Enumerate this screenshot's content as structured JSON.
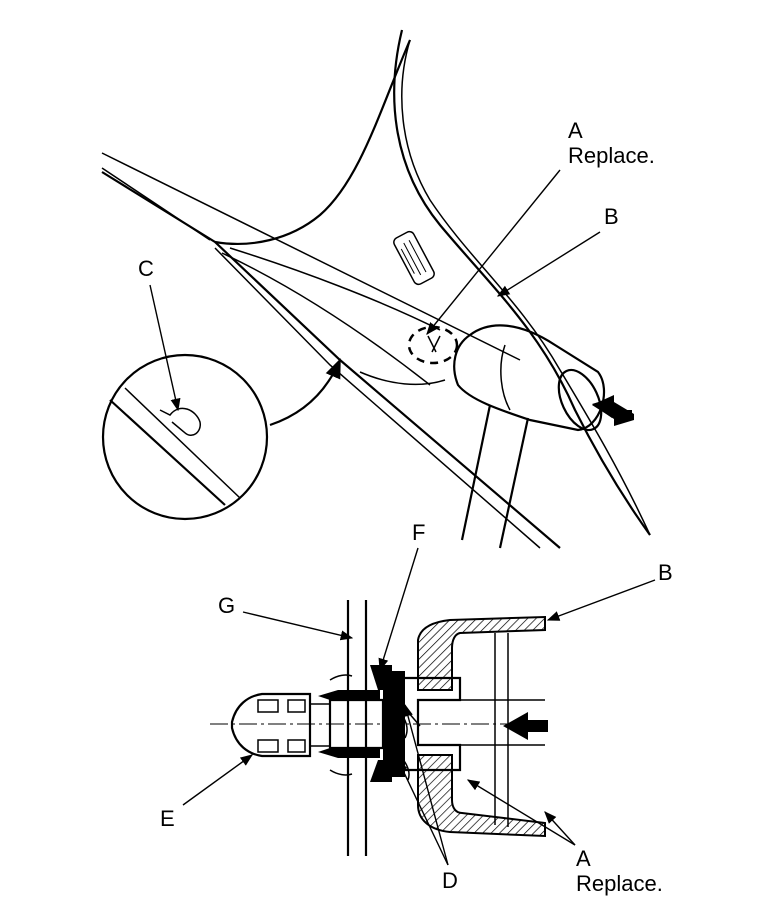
{
  "labels": {
    "a_top": "A",
    "a_top_note": "Replace.",
    "b_top": "B",
    "c": "C",
    "f": "F",
    "g": "G",
    "b_bottom": "B",
    "e": "E",
    "d": "D",
    "a_bottom": "A",
    "a_bottom_note": "Replace."
  },
  "colors": {
    "ink": "#000000",
    "paper": "#ffffff"
  }
}
